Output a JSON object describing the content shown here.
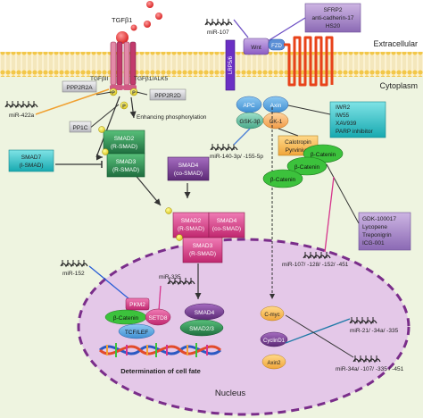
{
  "compartments": {
    "extracellular": "Extracellular",
    "cytoplasm": "Cytoplasm",
    "nucleus": "Nucleus"
  },
  "ligands": {
    "tgfb1": "TGFβ1"
  },
  "receptors": {
    "tgfbr2": "TGFβII",
    "alk5": "TGFβ1/ALK5",
    "fzd": "FZD",
    "lrp": "LRP5/6"
  },
  "phospho": "P",
  "boxes": {
    "ppp2r2a": "PPP2R2A",
    "pp1c": "PP1C",
    "ppp2r2d": "PPP2R2D",
    "enhancing": "Enhancing phosphorylation",
    "smad2_rsmad": [
      "SMAD2",
      "(R-SMAD)"
    ],
    "smad3_rsmad": [
      "SMAD3",
      "(R-SMAD)"
    ],
    "smad7": [
      "SMAD7",
      "(I-SMAD)"
    ],
    "smad4_co": [
      "SMAD4",
      "(co-SMAD)"
    ],
    "complex_smad2": [
      "SMAD2",
      "(R-SMAD)"
    ],
    "complex_smad4": [
      "SMAD4",
      "(co-SMAD)"
    ],
    "complex_smad3": [
      "SMAD3",
      "(R-SMAD)"
    ],
    "sfrp2": [
      "SFRP2",
      "anti-cadherin-17",
      "HS20"
    ],
    "iwr2": [
      "IWR2",
      "IW55",
      "XAV939",
      "PARP inhibitor"
    ],
    "calotropin": [
      "Calotropin",
      "Pyrvinium"
    ],
    "gdk": [
      "GDK-100017",
      "Lycopene",
      "Treponigrin",
      "ICG-001"
    ]
  },
  "wnt": {
    "wnt": "Wnt",
    "apc": "APC",
    "axin": "Axin",
    "gsk": "GSK-3β",
    "ck1": "CK-1",
    "bcat_cyto": "β-Catenin"
  },
  "nuclear": {
    "smad4": "SMAD4",
    "smad23": "SMAD2/3",
    "pkm2": "PKM2",
    "bcat": "β-Catenin",
    "setd8": "SETD8",
    "tcf": "TCF/LEF",
    "cmyc": "C-myc",
    "cyclind1": "CyclinD1",
    "axin2": "Axin2",
    "fate": "Determination of cell fate"
  },
  "mirnas": {
    "m107": "miR-107",
    "m422a": "miR-422a",
    "m140": "miR-140-3p/ -155-5p",
    "m107set": "miR-107/ -128/ -152/ -451",
    "m335": "miR-335",
    "m152": "miR-152",
    "m21": "miR-21/ -34a/ -335",
    "m34": "miR-34a/ -107/ -335 / -451"
  },
  "colors": {
    "membrane": "#f2cd63",
    "cytoplasm": "#eef4e0",
    "nucleus": "#e4c8e8",
    "smad_green": "#2e8b57",
    "smad_pink": "#e0468f",
    "smad_purple": "#7a3b91",
    "bcat_green": "#3cc23c",
    "gray_box": "#cfcfd2",
    "cyan_box": "#28c4c9",
    "lilac_box": "#a789c6",
    "orange_box": "#f4b84f"
  }
}
